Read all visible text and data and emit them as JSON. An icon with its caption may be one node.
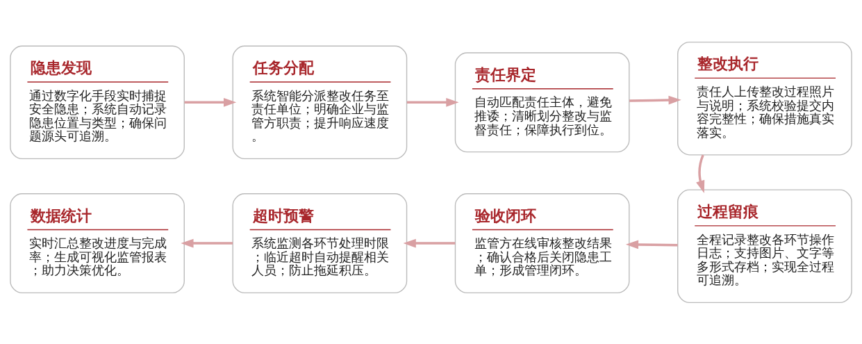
{
  "diagram": {
    "nodes": [
      {
        "text": [
          "隐患发现",
          "通过数字化手段实时捕捉安全隐患；系统自动记录隐患位置与类型；确保问题源头可追溯。"
        ]
      },
      {
        "text": [
          "任务分配",
          "系统智能分派整改任务至责任单位；明确企业与监管方职责；提升响应速度。"
        ]
      },
      {
        "text": [
          "责任界定",
          "自动匹配责任主体，避免推诿；清晰划分整改与监督责任；保障执行到位。"
        ]
      },
      {
        "text": [
          "整改执行",
          "责任人上传整改过程照片与说明；系统校验提交内容完整性；确保措施真实落实。"
        ]
      },
      {
        "text": [
          "数据统计",
          "实时汇总整改进度与完成率；生成可视化监管报表；助力决策优化。"
        ]
      },
      {
        "text": [
          "超时预警",
          "系统监测各环节处理时限；临近超时自动提醒相关人员；防止拖延积压。"
        ]
      },
      {
        "text": [
          "验收闭环",
          "监管方在线审核整改结果；确认合格后关闭隐患工单；形成管理闭环。"
        ]
      },
      {
        "text": [
          "过程留痕",
          "全程记录整改各环节操作日志；支持图片、文字等多形式存档；实现全过程可追溯。"
        ]
      }
    ],
    "edges": [
      {
        "from": 0,
        "to": 1,
        "arrow": "to"
      },
      {
        "from": 1,
        "to": 2,
        "arrow": "to"
      },
      {
        "from": 2,
        "to": 3,
        "arrow": "to"
      },
      {
        "from": 3,
        "to": 7,
        "arrow": "to"
      },
      {
        "from": 7,
        "to": 6,
        "arrow": "to"
      },
      {
        "from": 6,
        "to": 5,
        "arrow": "to"
      },
      {
        "from": 5,
        "to": 4,
        "arrow": "to"
      }
    ]
  }
}
